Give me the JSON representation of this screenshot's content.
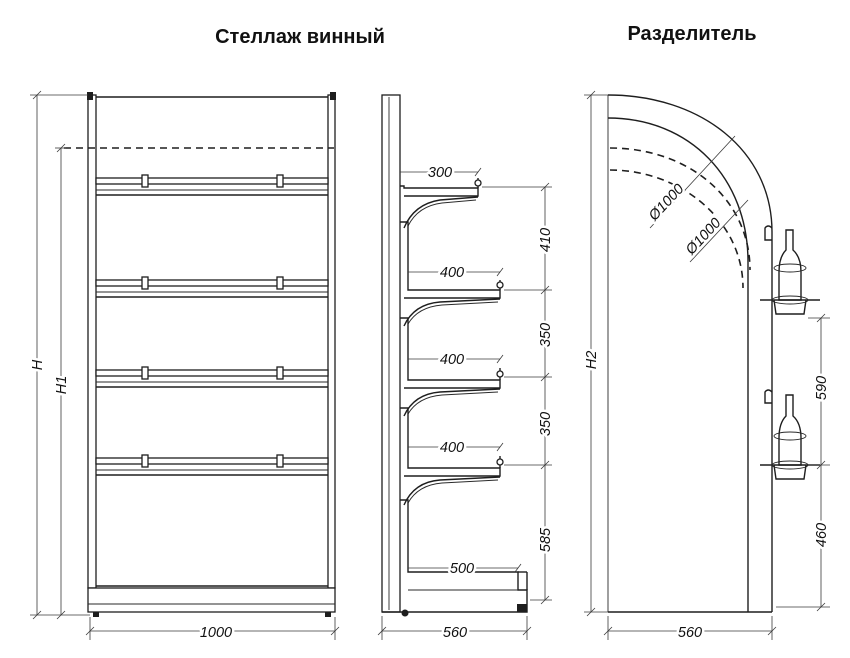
{
  "titles": {
    "rack": "Стеллаж винный",
    "divider": "Разделитель"
  },
  "front_view": {
    "height_label": "H",
    "h1_label": "H1",
    "width": "1000"
  },
  "side_view": {
    "top_shelf_depth": "300",
    "shelf_depth_2": "400",
    "shelf_depth_3": "400",
    "shelf_depth_4": "400",
    "base_depth": "500",
    "overall_depth": "560",
    "spacing_1": "410",
    "spacing_2": "350",
    "spacing_3": "350",
    "spacing_4": "585"
  },
  "divider_view": {
    "height_label": "H2",
    "outer_diameter": "Ø1000",
    "inner_diameter": "Ø1000",
    "spacing_upper": "590",
    "spacing_lower": "460",
    "depth": "560"
  }
}
